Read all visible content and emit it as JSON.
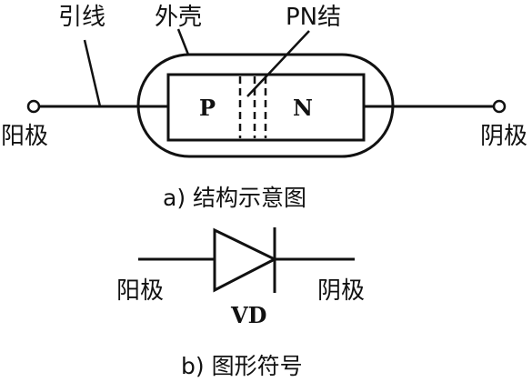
{
  "labels": {
    "lead": "引线",
    "shell": "外壳",
    "pn_junction": "PN结",
    "p_region": "P",
    "n_region": "N",
    "anode_top": "阳极",
    "cathode_top": "阴极",
    "anode_bottom": "阳极",
    "cathode_bottom": "阴极",
    "vd": "VD"
  },
  "captions": {
    "structure": "a) 结构示意图",
    "symbol": "b) 图形符号"
  }
}
